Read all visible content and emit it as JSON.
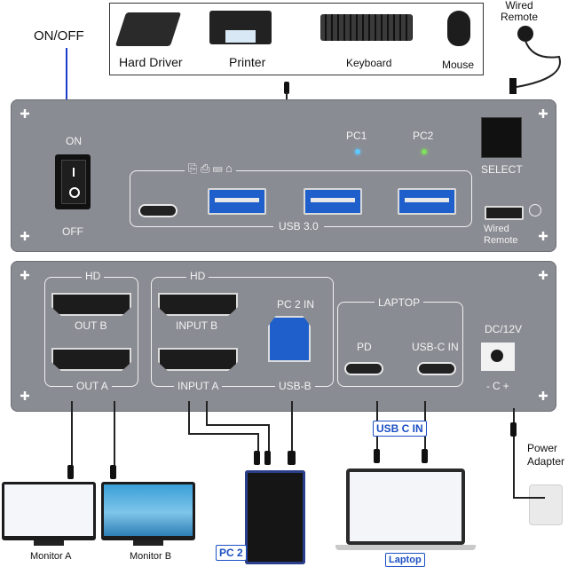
{
  "devices": {
    "hard_driver": "Hard Driver",
    "printer": "Printer",
    "keyboard": "Keyboard",
    "mouse": "Mouse"
  },
  "top_panel": {
    "on_off_callout": "ON/OFF",
    "switch_on": "ON",
    "switch_off": "OFF",
    "pc1": "PC1",
    "pc2": "PC2",
    "select": "SELECT",
    "usb_label": "USB 3.0",
    "wired_remote_port": "Wired Remote"
  },
  "wired_remote_callout": "Wired Remote",
  "bottom_panel": {
    "hd_left": "HD",
    "out_b": "OUT B",
    "out_a": "OUT A",
    "hd_mid": "HD",
    "input_b": "INPUT B",
    "input_a": "INPUT A",
    "pc2_in": "PC 2 IN",
    "usb_b": "USB-B",
    "laptop": "LAPTOP",
    "pd": "PD",
    "usbc_in": "USB-C IN",
    "dc": "DC/12V",
    "polarity": "-C+"
  },
  "bottom": {
    "usb_c_in_badge": "USB C IN",
    "power_adapter": "Power Adapter",
    "monitor_a": "Monitor A",
    "monitor_b": "Monitor B",
    "pc2_badge": "PC 2",
    "laptop_badge": "Laptop"
  },
  "colors": {
    "panel": "#8a8c93",
    "usb_blue": "#1f5fcc",
    "led_pc1": "#5fc8ff",
    "led_pc2": "#7fe05a",
    "badge_blue": "#1b4fc4",
    "callout_line": "#1a3cc8"
  }
}
